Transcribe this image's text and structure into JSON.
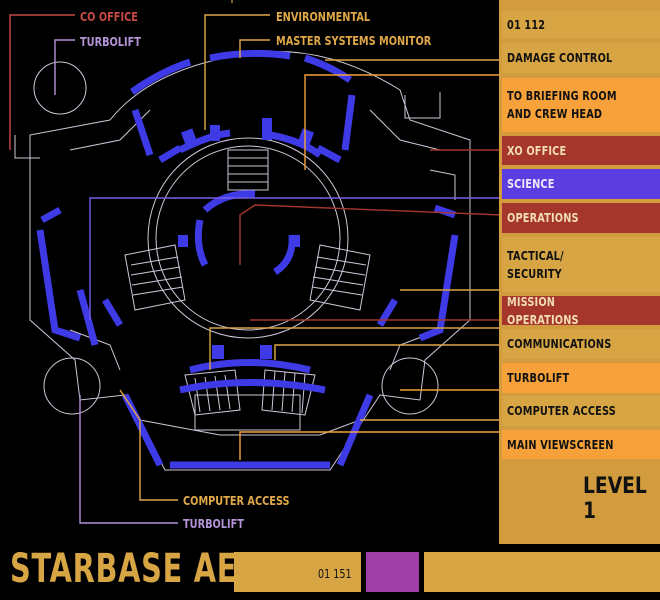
{
  "title": "STARBASE AEGIS",
  "level": "LEVEL 1",
  "codes": {
    "top": "01 112",
    "bottom": "01 151"
  },
  "right_panel": [
    {
      "label": "DAMAGE CONTROL"
    },
    {
      "label": "TO BRIEFING ROOM\nAND CREW HEAD"
    },
    {
      "label": "XO OFFICE"
    },
    {
      "label": "SCIENCE"
    },
    {
      "label": "OPERATIONS"
    },
    {
      "label": "TACTICAL/\nSECURITY"
    },
    {
      "label": "MISSION OPERATIONS"
    },
    {
      "label": "COMMUNICATIONS"
    },
    {
      "label": "TURBOLIFT"
    },
    {
      "label": "COMPUTER ACCESS"
    },
    {
      "label": "MAIN VIEWSCREEN"
    }
  ],
  "floor_labels": {
    "co_office": "CO OFFICE",
    "turbolift_top": "TURBOLIFT",
    "environmental": "ENVIRONMENTAL",
    "master_systems": "MASTER SYSTEMS MONITOR",
    "computer_access_bottom": "COMPUTER ACCESS",
    "turbolift_bottom": "TURBOLIFT"
  },
  "colors": {
    "gold": "#d7a543",
    "orange": "#f6a13a",
    "red": "#a4362d",
    "violet": "#5a3ee0",
    "magenta": "#9e3ea6",
    "console_blue": "#3d3ae6"
  }
}
